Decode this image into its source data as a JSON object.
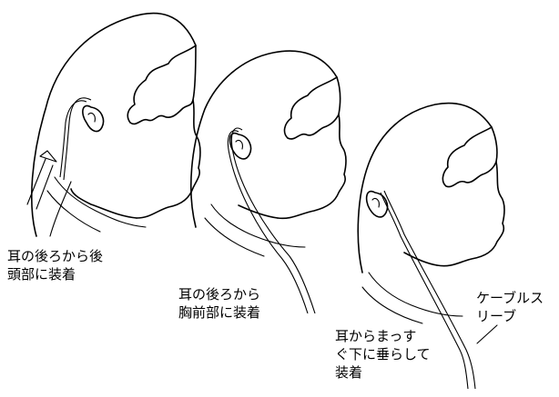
{
  "captions": {
    "behind_head": [
      "耳の後ろから後",
      "頭部に装着"
    ],
    "front_chest": [
      "耳の後ろから",
      "胸前部に装着"
    ],
    "straight_down": [
      "耳からまっす",
      "ぐ下に垂らして",
      "装着"
    ],
    "cable_sleeve": [
      "ケーブルス",
      "リーブ"
    ]
  }
}
